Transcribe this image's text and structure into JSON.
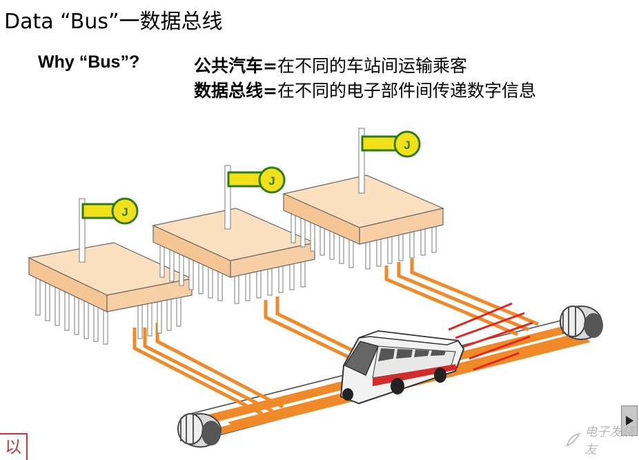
{
  "title": "Data “Bus”一数据总线",
  "why_label": "Why “Bus”?",
  "line1": {
    "term": "公共汽车=",
    "text": "在不同的车站间运输乘客"
  },
  "line2": {
    "term": "数据总线=",
    "text": "在不同的电子部件间传递数字信息"
  },
  "flag_letter": "J",
  "watermark": "电子发烧友",
  "stamp": "以",
  "colors": {
    "chip_top": "#fbe0c0",
    "chip_side": "#f6c594",
    "trace": "#f08a28",
    "flag": "#f2e11a",
    "flag_ring": "#2f7a18"
  }
}
